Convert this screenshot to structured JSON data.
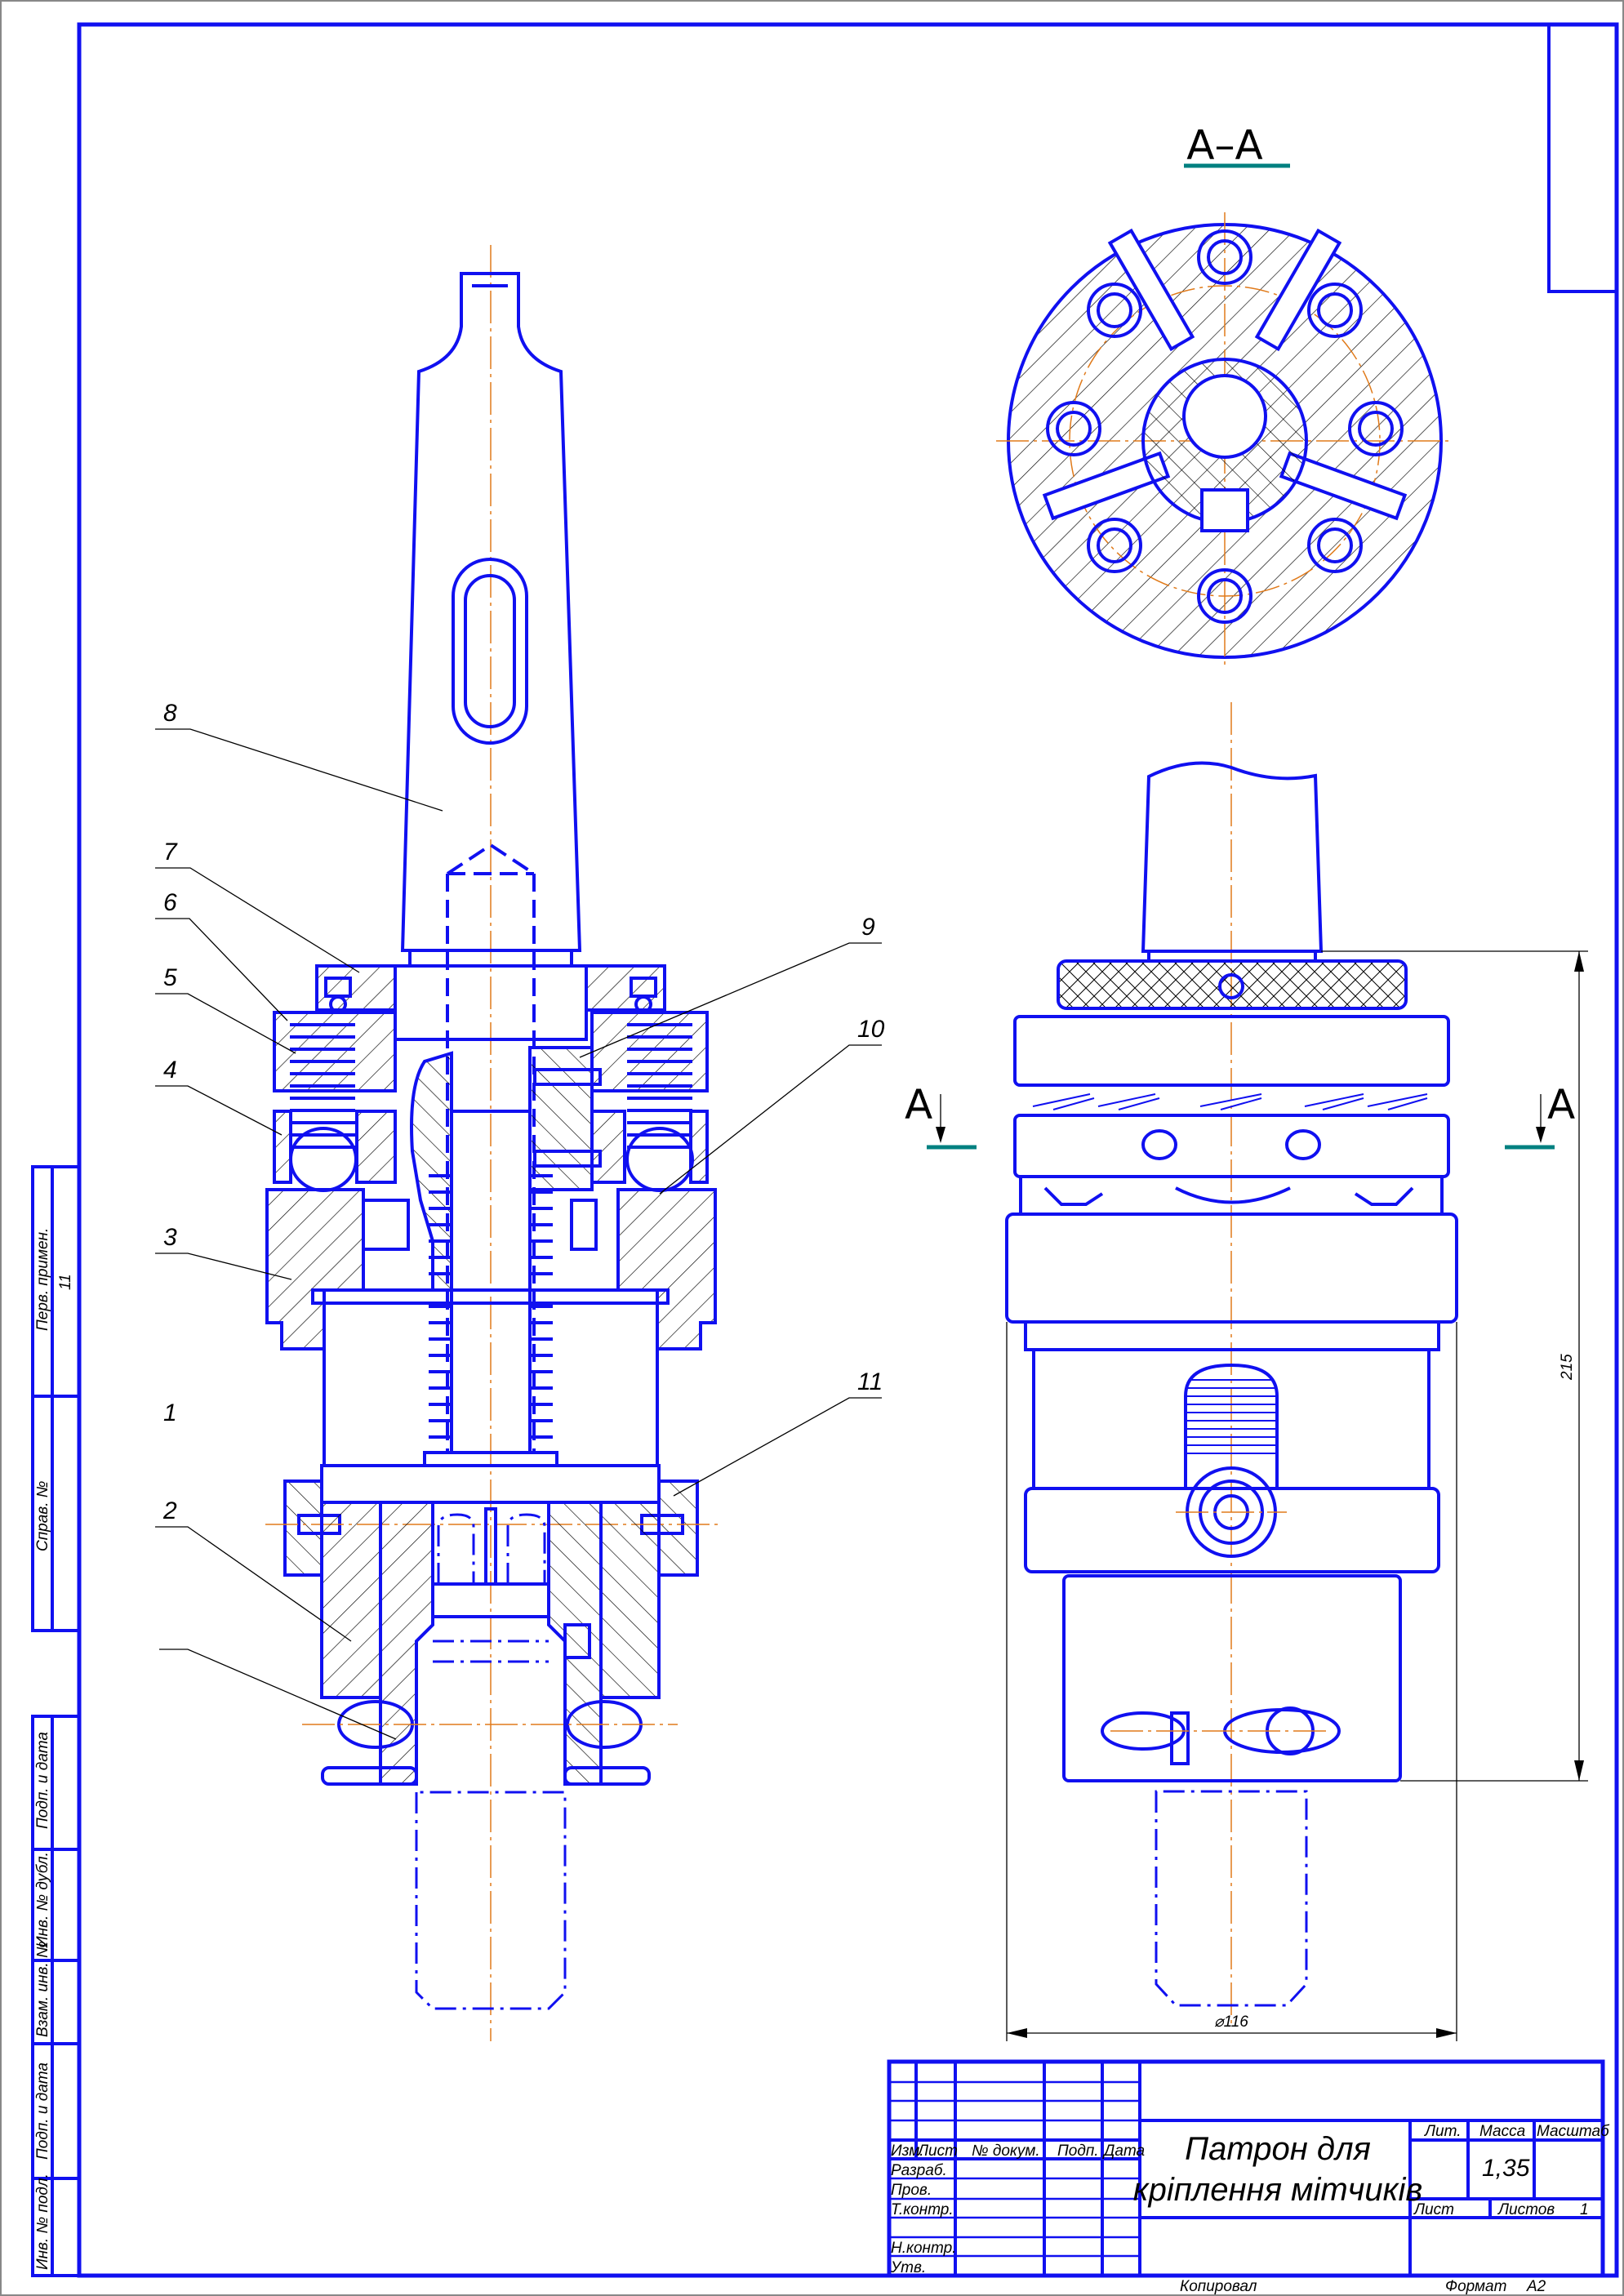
{
  "drawing": {
    "section_label": "А–А",
    "cut_marker": "А",
    "part_labels": [
      "1",
      "2",
      "3",
      "4",
      "5",
      "6",
      "7",
      "8",
      "9",
      "10",
      "11"
    ],
    "dimension_height": "215",
    "dimension_diameter": "⌀116",
    "colors": {
      "line": "#1010f0",
      "centerline": "#e07a1a",
      "section_mark": "#008080"
    }
  },
  "side_stamp": {
    "perv_primen": "Перв. примен.",
    "perv_primen_value": "11",
    "sprav_no": "Справ. №",
    "podp_data_1": "Подп. и дата",
    "inv_dubl": "Инв. № дубл.",
    "vzam_inv": "Взам. инв. №",
    "podp_data_2": "Подп. и дата",
    "inv_podl": "Инв. № подл."
  },
  "title_block": {
    "headers": [
      "Изм.",
      "Лист",
      "№ докум.",
      "Подп.",
      "Дата"
    ],
    "roles": [
      "Разраб.",
      "Пров.",
      "Т.контр.",
      "Н.контр.",
      "Утв."
    ],
    "title_line1": "Патрон для",
    "title_line2": "кріплення мітчиків",
    "lit": "Лит.",
    "massa": "Масса",
    "masshtab": "Масштаб",
    "massa_value": "1,35",
    "list": "Лист",
    "listov": "Листов",
    "listov_value": "1",
    "kopiroval": "Копировал",
    "format": "Формат",
    "format_value": "А2"
  }
}
